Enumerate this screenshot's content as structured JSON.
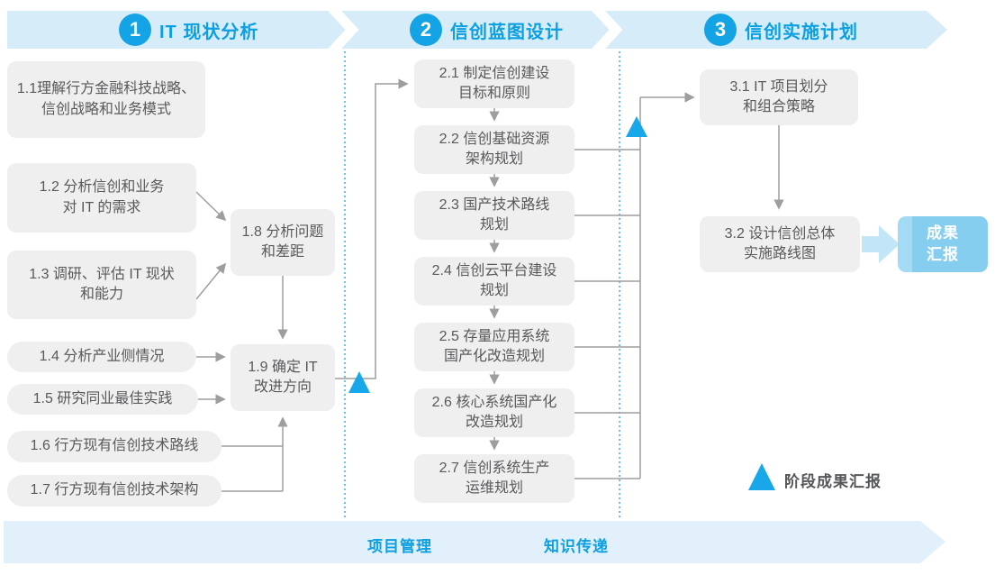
{
  "phases": [
    {
      "number": "1",
      "title": "IT 现状分析"
    },
    {
      "number": "2",
      "title": "信创蓝图设计"
    },
    {
      "number": "3",
      "title": "信创实施计划"
    }
  ],
  "steps": {
    "s1_1": "1.1理解行方金融科技战略、\n信创战略和业务模式",
    "s1_2": "1.2 分析信创和业务\n对 IT 的需求",
    "s1_3": "1.3 调研、评估 IT 现状\n和能力",
    "s1_4": "1.4 分析产业侧情况",
    "s1_5": "1.5 研究同业最佳实践",
    "s1_6": "1.6 行方现有信创技术路线",
    "s1_7": "1.7 行方现有信创技术架构",
    "s1_8": "1.8 分析问题\n和差距",
    "s1_9": "1.9 确定 IT\n改进方向",
    "s2_1": "2.1 制定信创建设\n目标和原则",
    "s2_2": "2.2 信创基础资源\n架构规划",
    "s2_3": "2.3 国产技术路线\n规划",
    "s2_4": "2.4 信创云平台建设\n规划",
    "s2_5": "2.5 存量应用系统\n国产化改造规划",
    "s2_6": "2.6 核心系统国产化\n改造规划",
    "s2_7": "2.7 信创系统生产\n运维规划",
    "s3_1": "3.1 IT 项目划分\n和组合策略",
    "s3_2": "3.2 设计信创总体\n实施路线图"
  },
  "result_box": "成果\n汇报",
  "legend": {
    "milestone_label": "阶段成果汇报"
  },
  "bottom_band": {
    "items": [
      "项目管理",
      "知识传递"
    ]
  },
  "colors": {
    "accent_blue": "#14A3E4",
    "header_text_blue": "#0C9FE2",
    "band_light_blue": "#D7ECF9",
    "bottom_band_blue": "#E1F0FA",
    "node_gray": "#EFEFEF",
    "node_text_gray": "#58595B",
    "connector_gray": "#9E9E9E",
    "result_box_blue": "#85CEF0",
    "big_arrow_blue": "#C2E6F8",
    "milestone_triangle_blue": "#18A7E8"
  }
}
